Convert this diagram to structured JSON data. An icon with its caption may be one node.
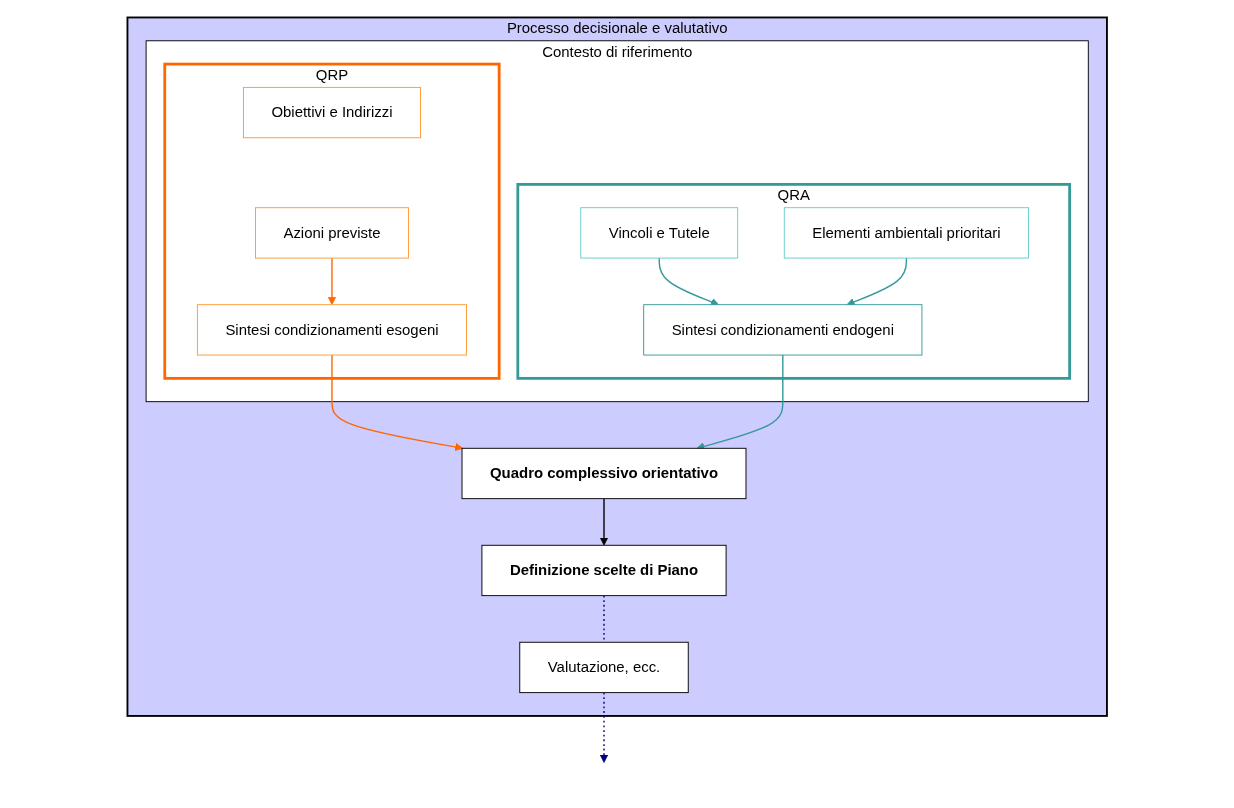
{
  "diagram": {
    "nodes": [
      {
        "text": [
          "Processo decisionale e valutativo"
        ]
      },
      {
        "text": [
          "Contesto di riferimento"
        ],
        "in": 0
      },
      {
        "text": [
          "QRP"
        ],
        "in": 1
      },
      {
        "text": [
          "Obiettivi e Indirizzi"
        ],
        "in": 2
      },
      {
        "text": [
          "Azioni previste"
        ],
        "in": 2
      },
      {
        "text": [
          "Sintesi condizionamenti esogeni"
        ],
        "in": 2
      },
      {
        "text": [
          "QRA"
        ],
        "in": 1
      },
      {
        "text": [
          "Vincoli e Tutele"
        ],
        "in": 6
      },
      {
        "text": [
          "Elementi ambientali prioritari"
        ],
        "in": 6
      },
      {
        "text": [
          "Sintesi condizionamenti endogeni"
        ],
        "in": 6
      },
      {
        "text": [
          "Quadro complessivo orientativo"
        ],
        "in": 0
      },
      {
        "text": [
          "Definizione scelte di Piano"
        ],
        "in": 0
      },
      {
        "text": [
          "Valutazione, ecc."
        ],
        "in": 0
      }
    ],
    "edges": [
      {
        "from": 4,
        "to": 5,
        "arrow": "to",
        "color": "#ff6600"
      },
      {
        "from": 7,
        "to": 9,
        "arrow": "to",
        "color": "#339999"
      },
      {
        "from": 8,
        "to": 9,
        "arrow": "to",
        "color": "#339999"
      },
      {
        "from": 5,
        "to": 10,
        "arrow": "to",
        "color": "#ff6600"
      },
      {
        "from": 9,
        "to": 10,
        "arrow": "to",
        "color": "#339999"
      },
      {
        "from": 10,
        "to": 11,
        "arrow": "to",
        "color": "#000000"
      },
      {
        "from": 11,
        "to": 12,
        "arrow": "none",
        "style": "dashed",
        "color": "#000080"
      },
      {
        "from": 12,
        "to": null,
        "arrow": "to",
        "style": "dashed",
        "color": "#000080"
      }
    ]
  }
}
